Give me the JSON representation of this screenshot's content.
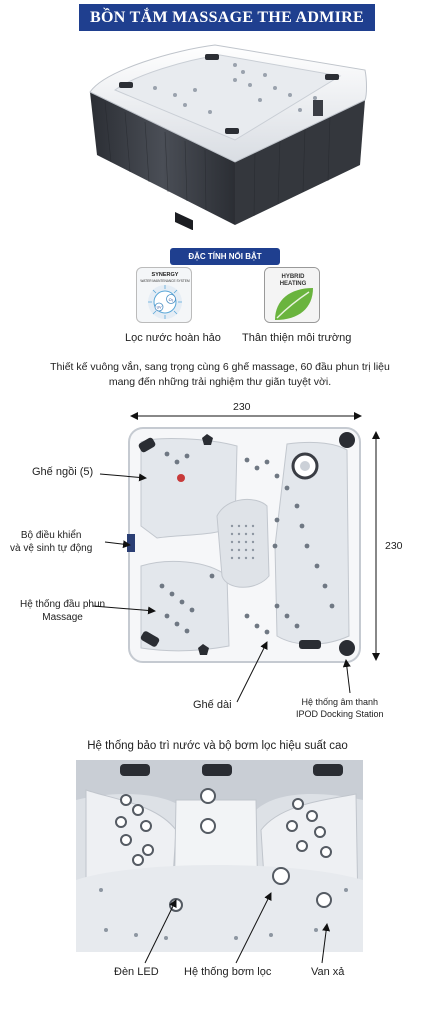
{
  "title": "BỒN TẮM MASSAGE  THE ADMIRE",
  "features": {
    "badge": "ĐẶC TÍNH NỔI BẬT",
    "items": [
      {
        "label": "Lọc nước hoàn hảo",
        "icon": "synergy-icon",
        "icon_text_1": "SYNERGY",
        "icon_text_2": "WATER MAINTENANCE SYSTEM",
        "icon_o3": "O₃",
        "icon_uv": "UV"
      },
      {
        "label": "Thân thiện môi trường",
        "icon": "hybrid-heating-icon",
        "icon_text_1": "HYBRID",
        "icon_text_2": "HEATING"
      }
    ]
  },
  "description": {
    "line1": "Thiết kế vuông vắn, sang trọng cùng 6 ghế massage,  60 đầu phun trị liệu",
    "line2": "mang đến những trải nghiệm thư giãn tuyệt vời."
  },
  "plan": {
    "width_label": "230",
    "height_label": "230",
    "callouts": {
      "ghe_ngoi": "Ghế ngồi (5)",
      "bo_dieu_khien_1": "Bộ điều khiển",
      "bo_dieu_khien_2": "và vệ sinh tự động",
      "he_thong_dau_phun_1": "Hệ thống đầu phun",
      "he_thong_dau_phun_2": "Massage",
      "ghe_dai": "Ghế dài",
      "am_thanh_1": "Hệ thống âm thanh",
      "am_thanh_2": "IPOD Docking Station"
    }
  },
  "section2": {
    "heading": "Hệ thống bảo trì nước và bộ bơm lọc hiệu suất cao",
    "callouts": {
      "den_led": "Đèn LED",
      "bom_loc": "Hệ thống bơm lọc",
      "van_xa": "Van xả"
    }
  },
  "colors": {
    "brand_blue": "#1f3f8f",
    "cabinet": "#3a3d44",
    "shell": "#eef1f5",
    "leaf_green": "#6ab43e"
  }
}
